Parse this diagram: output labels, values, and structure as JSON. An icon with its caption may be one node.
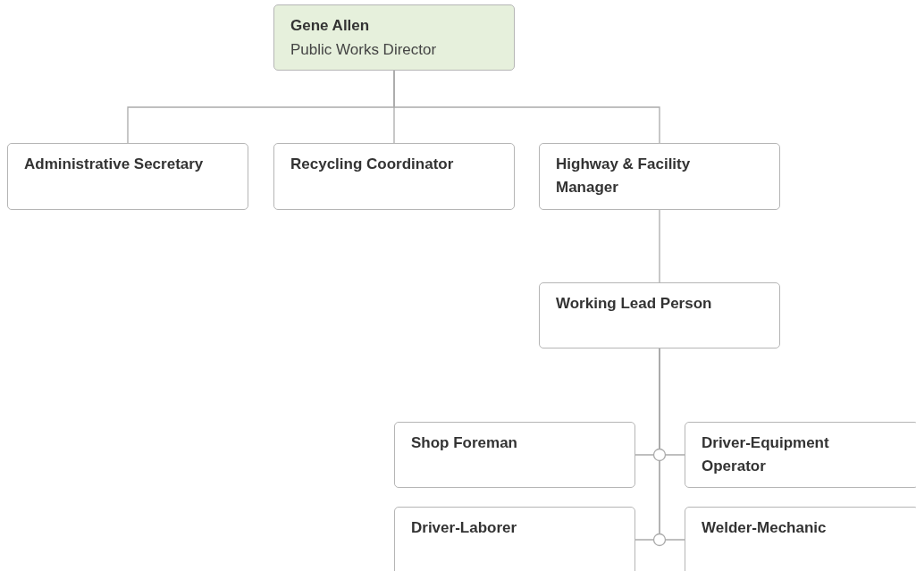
{
  "diagram": {
    "nodes": [
      {
        "text": [
          "Gene Allen",
          "Public Works Director"
        ]
      },
      {
        "text": [
          "Administrative Secretary"
        ]
      },
      {
        "text": [
          "Recycling Coordinator"
        ]
      },
      {
        "text": [
          "Highway & Facility Manager"
        ]
      },
      {
        "text": [
          "Working Lead Person"
        ]
      },
      {
        "text": [
          "Shop Foreman"
        ]
      },
      {
        "text": [
          "Driver-Equipment Operator"
        ]
      },
      {
        "text": [
          "Driver-Laborer"
        ]
      },
      {
        "text": [
          "Welder-Mechanic"
        ]
      }
    ],
    "edges": [
      {
        "from": 0,
        "to": 1,
        "arrow": "none"
      },
      {
        "from": 0,
        "to": 2,
        "arrow": "none"
      },
      {
        "from": 0,
        "to": 3,
        "arrow": "none"
      },
      {
        "from": 3,
        "to": 4,
        "arrow": "none"
      },
      {
        "from": 4,
        "to": 5,
        "arrow": "none"
      },
      {
        "from": 4,
        "to": 6,
        "arrow": "none"
      },
      {
        "from": 4,
        "to": 7,
        "arrow": "none"
      },
      {
        "from": 4,
        "to": 8,
        "arrow": "none"
      }
    ]
  }
}
